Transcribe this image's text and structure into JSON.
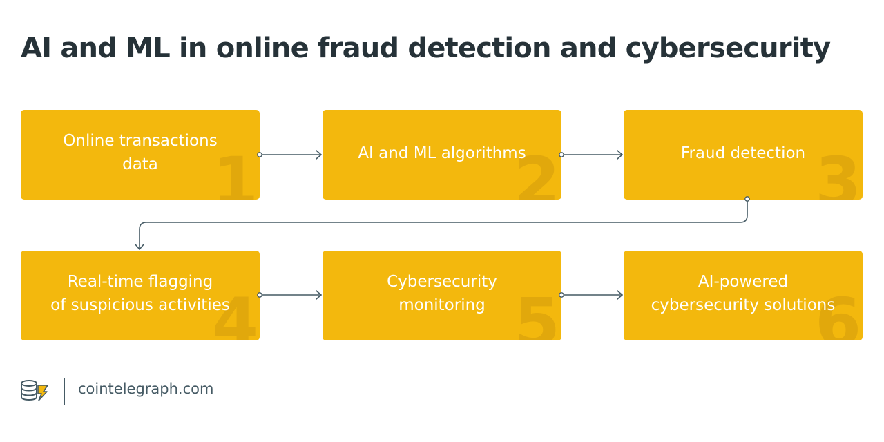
{
  "title": "AI and ML in online fraud detection and cybersecurity",
  "accent_color": "#f3b80d",
  "connector_color": "#455a64",
  "steps": [
    {
      "number": "1",
      "lines": [
        "Online transactions",
        "data"
      ]
    },
    {
      "number": "2",
      "lines": [
        "AI and ML algorithms"
      ]
    },
    {
      "number": "3",
      "lines": [
        "Fraud detection"
      ]
    },
    {
      "number": "4",
      "lines": [
        "Real-time flagging",
        "of suspicious activities"
      ]
    },
    {
      "number": "5",
      "lines": [
        "Cybersecurity",
        "monitoring"
      ]
    },
    {
      "number": "6",
      "lines": [
        "AI-powered",
        "cybersecurity solutions"
      ]
    }
  ],
  "footer": {
    "logo_icon": "cointelegraph-logo-icon",
    "site": "cointelegraph.com"
  }
}
